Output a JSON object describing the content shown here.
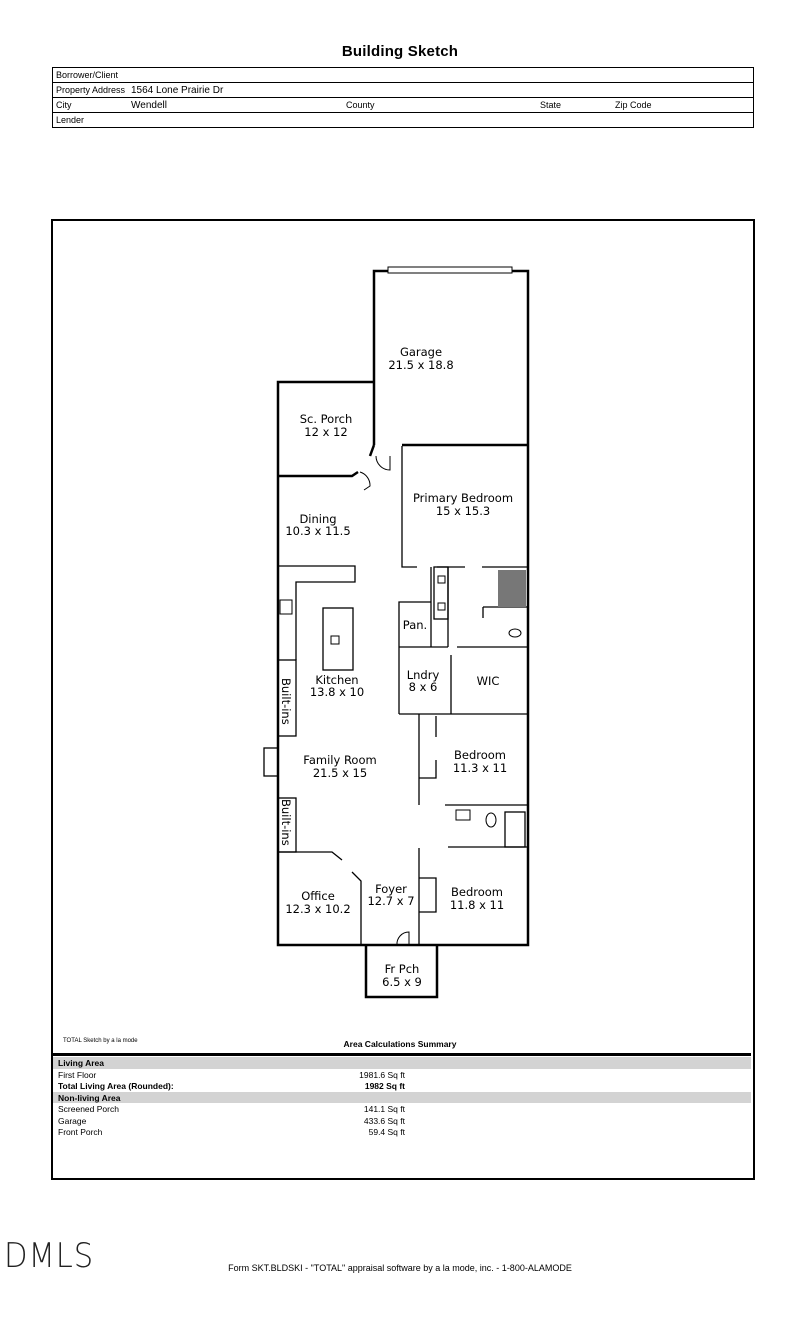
{
  "title": "Building Sketch",
  "header": {
    "borrower_label": "Borrower/Client",
    "address_label": "Property Address",
    "address_value": "1564 Lone Prairie Dr",
    "city_label": "City",
    "city_value": "Wendell",
    "county_label": "County",
    "state_label": "State",
    "zip_label": "Zip Code",
    "lender_label": "Lender"
  },
  "rooms": [
    {
      "name": "Garage",
      "dims": "21.5 x 18.8"
    },
    {
      "name": "Sc. Porch",
      "dims": "12 x 12"
    },
    {
      "name": "Primary Bedroom",
      "dims": "15 x 15.3"
    },
    {
      "name": "Dining",
      "dims": "10.3 x 11.5"
    },
    {
      "name": "Pan.",
      "dims": ""
    },
    {
      "name": "Kitchen",
      "dims": "13.8 x 10"
    },
    {
      "name": "Lndry",
      "dims": "8 x 6"
    },
    {
      "name": "WIC",
      "dims": ""
    },
    {
      "name": "Family Room",
      "dims": "21.5 x 15"
    },
    {
      "name": "Bedroom",
      "dims": "11.3 x 11"
    },
    {
      "name": "Office",
      "dims": "12.3 x 10.2"
    },
    {
      "name": "Foyer",
      "dims": "12.7 x 7"
    },
    {
      "name": "Bedroom",
      "dims": "11.8 x 11"
    },
    {
      "name": "Fr Pch",
      "dims": "6.5 x 9"
    }
  ],
  "builtins": [
    "Built-ins",
    "Built-ins"
  ],
  "sketch_credit": "TOTAL Sketch by a la mode",
  "summary": {
    "title": "Area Calculations Summary",
    "living_header": "Living Area",
    "first_floor_label": "First Floor",
    "first_floor_value": "1981.6 Sq ft",
    "total_label": "Total Living Area (Rounded):",
    "total_value": "1982 Sq ft",
    "nonliving_header": "Non-living Area",
    "nonliving": [
      {
        "label": "Screened Porch",
        "value": "141.1 Sq ft"
      },
      {
        "label": "Garage",
        "value": "433.6 Sq ft"
      },
      {
        "label": "Front Porch",
        "value": "59.4 Sq ft"
      }
    ]
  },
  "watermark": "DMLS",
  "footer": "Form SKT.BLDSKI - \"TOTAL\" appraisal software by a la mode, inc. - 1-800-ALAMODE"
}
